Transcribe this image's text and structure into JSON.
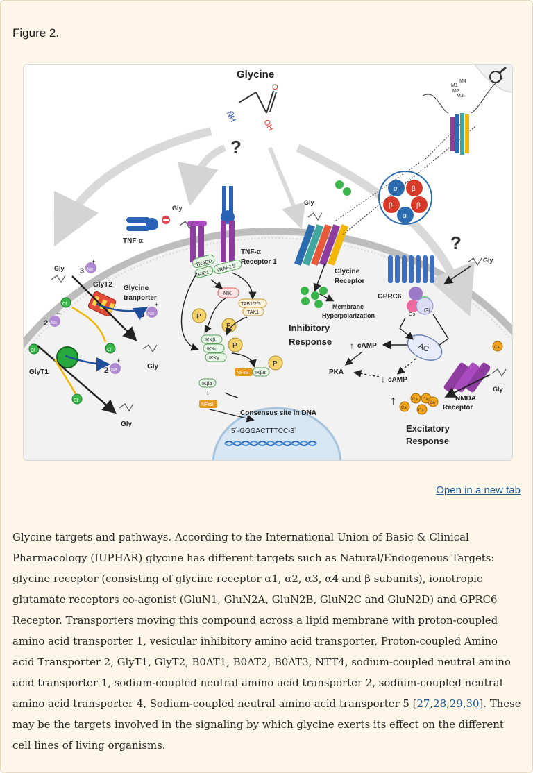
{
  "figure_label": "Figure 2.",
  "open_new_tab": "Open in a new tab",
  "diagram": {
    "glycine_title": "Glycine",
    "nh2": "NH",
    "nh2_sub": "2",
    "oh": "OH",
    "question": "?",
    "gly": "Gly",
    "tnf_alpha": "TNF-α",
    "tnf_receptor_line1": "TNF-α",
    "tnf_receptor_line2": "Receptor 1",
    "tradd": "TRADD",
    "rip1": "RIP1",
    "traf": "TRAF2/5",
    "nik": "NIK",
    "tab": "TAB1/2/3",
    "tak1": "TAK1",
    "ikkb": "IKKβ",
    "ikka": "IKKα",
    "ikkg": "IKKγ",
    "p": "P",
    "nfkb": "NFκB",
    "ikba": "IKβα",
    "plus": "+",
    "minus": "−",
    "consensus": "Consensus site in DNA",
    "dna_seq": "5´-GGGACTTTCC-3´",
    "glyt2": "GlyT2",
    "glyt1": "GlyT1",
    "glycine_transporter_line1": "Glycine",
    "glycine_transporter_line2": "tranporter",
    "na": "Na",
    "cl": "Cl",
    "num3": "3",
    "num2": "2",
    "glycine_receptor_line1": "Glycine",
    "glycine_receptor_line2": "Receptor",
    "membrane_line1": "Membrane",
    "membrane_line2": "Hyperpolarization",
    "inhibitory_line1": "Inhibitory",
    "inhibitory_line2": "Response",
    "alpha": "α",
    "beta": "β",
    "m1": "M1",
    "m2": "M2",
    "m3": "M3",
    "m4": "M4",
    "gprc6": "GPRC6",
    "ac": "AC",
    "gi": "Gi",
    "gs": "Gs",
    "camp_up": "cAMP",
    "camp_down": "cAMP",
    "pka": "PKA",
    "ca": "Ca",
    "nmda_line1": "NMDA",
    "nmda_line2": "Receptor",
    "excitatory_line1": "Excitatory",
    "excitatory_line2": "Response"
  },
  "caption": {
    "text_before_refs": "Glycine targets and pathways. According to the International Union of Basic & Clinical Pharmacology (IUPHAR) glycine has different targets such as Natural/Endogenous Targets: glycine receptor (consisting of glycine receptor α1, α2, α3, α4 and β subunits), ionotropic glutamate receptors co-agonist (GluN1, GluN2A, GluN2B, GluN2C and GluN2D) and GPRC6 Receptor. Transporters moving this compound across a lipid membrane with proton-coupled amino acid transporter 1, vesicular inhibitory amino acid transporter, Proton-coupled Amino acid Transporter 2, GlyT1, GlyT2, B0AT1, B0AT2, B0AT3, NTT4, sodium-coupled neutral amino acid transporter 1, sodium-coupled neutral amino acid transporter 2, sodium-coupled neutral amino acid transporter 4, Sodium-coupled neutral amino acid transporter 5 [",
    "refs": [
      "27",
      "28",
      "29",
      "30"
    ],
    "text_after_refs": "]. These may be the targets involved in the signaling by which glycine exerts its effect on the different cell lines of living organisms."
  },
  "colors": {
    "panel_bg": "#fdf6e9",
    "link": "#1a5c99",
    "membrane": "#bdbdbd",
    "cytoplasm": "#f2f2f2",
    "nucleus": "#d6e6f2",
    "receptor_purple": "#8e3ca0",
    "tnf_blue": "#2a62b8",
    "na_purple": "#b08ad0",
    "cl_green": "#39b54a",
    "ca_orange": "#f2a319",
    "nfkb_orange": "#e39a1f",
    "nik_red": "#e25b5b"
  }
}
